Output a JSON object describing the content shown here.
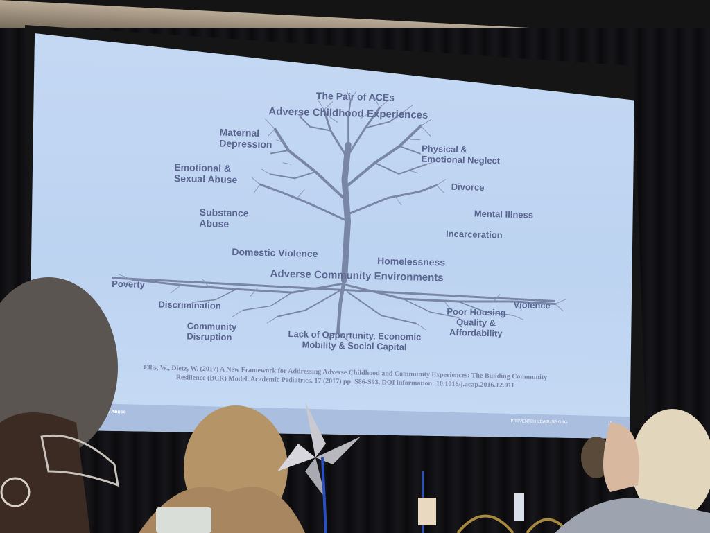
{
  "slide": {
    "title_top": "The Pair of ACEs",
    "title_sub": "Adverse Childhood Experiences",
    "ace_labels": {
      "maternal_depression": [
        "Maternal",
        "Depression"
      ],
      "emotional_sexual_abuse": [
        "Emotional &",
        "Sexual Abuse"
      ],
      "substance_abuse": [
        "Substance",
        "Abuse"
      ],
      "domestic_violence": "Domestic Violence",
      "homelessness": "Homelessness",
      "physical_emotional_neglect": [
        "Physical &",
        "Emotional Neglect"
      ],
      "divorce": "Divorce",
      "mental_illness": "Mental Illness",
      "incarceration": "Incarceration"
    },
    "community_heading": "Adverse Community Environments",
    "community_labels": {
      "poverty": "Poverty",
      "discrimination": "Discrimination",
      "community_disruption": [
        "Community",
        "Disruption"
      ],
      "lack_of_opportunity": [
        "Lack of Opportunity, Economic",
        "Mobility & Social Capital"
      ],
      "poor_housing": [
        "Poor Housing",
        "Quality &",
        "Affordability"
      ],
      "violence": "Violence"
    },
    "citation": [
      "Ellis, W., Dietz, W. (2017)  A New Framework for Addressing Adverse Childhood and Community Experiences: The Building Community",
      "Resilience (BCR) Model. Academic Pediatrics. 17 (2017) pp. S86-S93. DOI information: 10.1016/j.acap.2016.12.011"
    ],
    "footer_left": ": Child Abuse",
    "footer_right": "PREVENTCHILDABUSE.ORG",
    "footer_page": "11"
  },
  "colors": {
    "slide_bg": "#c0d6f2",
    "slide_text": "#5a6691",
    "tree": "#7a86a8"
  }
}
